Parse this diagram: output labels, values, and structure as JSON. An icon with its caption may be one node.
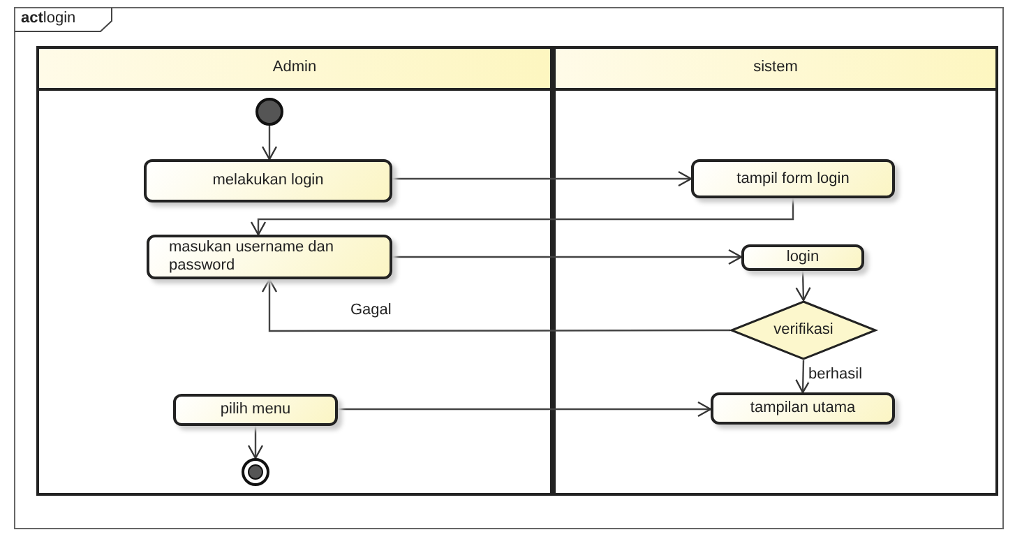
{
  "diagram": {
    "title": "**act**login",
    "nodes": [
      {
        "text": [
          "Admin"
        ]
      },
      {
        "text": [
          "sistem"
        ]
      },
      {
        "text": [],
        "shape": "circle",
        "in": 0
      },
      {
        "text": [
          "melakukan login"
        ],
        "in": 0
      },
      {
        "text": [
          "tampil form login"
        ],
        "in": 1
      },
      {
        "text": [
          "masukan username dan password"
        ],
        "in": 0
      },
      {
        "text": [
          "login"
        ],
        "in": 1
      },
      {
        "text": [
          "verifikasi"
        ],
        "in": 1
      },
      {
        "text": [
          "tampilan utama"
        ],
        "in": 1
      },
      {
        "text": [
          "pilih menu"
        ],
        "in": 0
      },
      {
        "text": [],
        "shape": "bullseye",
        "in": 0
      }
    ],
    "edges": [
      {
        "from": 2,
        "to": 3,
        "arrow": "to"
      },
      {
        "from": 3,
        "to": 4,
        "arrow": "to"
      },
      {
        "from": 4,
        "to": 5,
        "arrow": "to"
      },
      {
        "from": 5,
        "to": 6,
        "arrow": "to"
      },
      {
        "from": 6,
        "to": 7,
        "arrow": "to"
      },
      {
        "from": 7,
        "to": 5,
        "arrow": "to",
        "label": "Gagal"
      },
      {
        "from": 7,
        "to": 8,
        "arrow": "to",
        "label": "berhasil"
      },
      {
        "from": 9,
        "to": 8,
        "arrow": "to"
      },
      {
        "from": 9,
        "to": 10,
        "arrow": "to"
      }
    ]
  }
}
